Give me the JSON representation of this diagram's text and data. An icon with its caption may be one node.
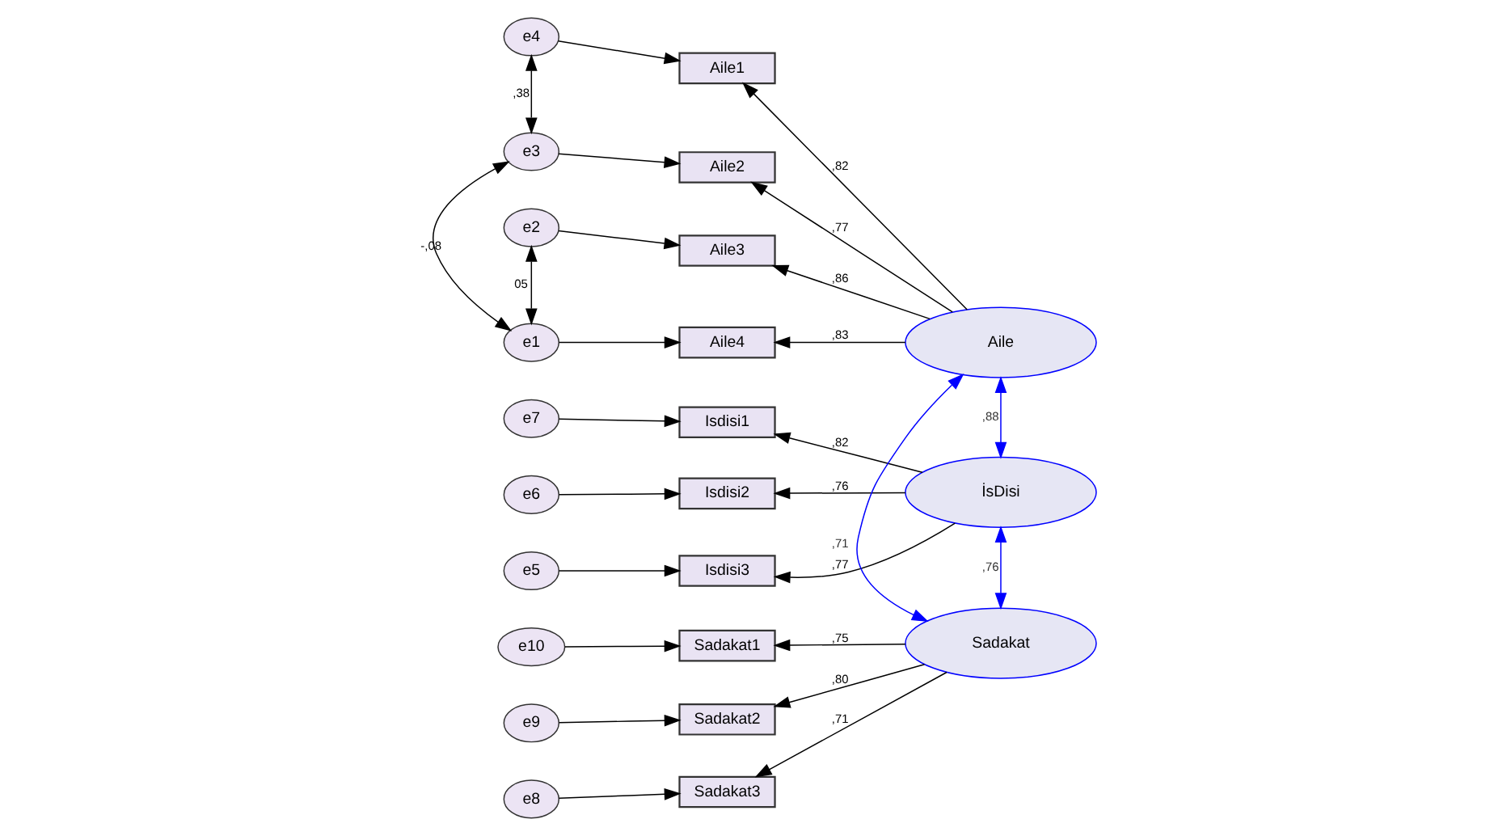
{
  "diagram": {
    "nodes": [
      {
        "text": [
          "e4"
        ]
      },
      {
        "text": [
          "e3"
        ]
      },
      {
        "text": [
          "e2"
        ]
      },
      {
        "text": [
          "e1"
        ]
      },
      {
        "text": [
          "e7"
        ]
      },
      {
        "text": [
          "e6"
        ]
      },
      {
        "text": [
          "e5"
        ]
      },
      {
        "text": [
          "e10"
        ]
      },
      {
        "text": [
          "e9"
        ]
      },
      {
        "text": [
          "e8"
        ]
      },
      {
        "text": [
          "Aile1"
        ]
      },
      {
        "text": [
          "Aile2"
        ]
      },
      {
        "text": [
          "Aile3"
        ]
      },
      {
        "text": [
          "Aile4"
        ]
      },
      {
        "text": [
          "Isdisi1"
        ]
      },
      {
        "text": [
          "Isdisi2"
        ]
      },
      {
        "text": [
          "Isdisi3"
        ]
      },
      {
        "text": [
          "Sadakat1"
        ]
      },
      {
        "text": [
          "Sadakat2"
        ]
      },
      {
        "text": [
          "Sadakat3"
        ]
      },
      {
        "text": [
          "Aile"
        ]
      },
      {
        "text": [
          "İsDisi"
        ]
      },
      {
        "text": [
          "Sadakat"
        ]
      }
    ],
    "edges": [
      {
        "from": 0,
        "to": 10,
        "arrow": "to"
      },
      {
        "from": 1,
        "to": 11,
        "arrow": "to"
      },
      {
        "from": 2,
        "to": 12,
        "arrow": "to"
      },
      {
        "from": 3,
        "to": 13,
        "arrow": "to"
      },
      {
        "from": 4,
        "to": 14,
        "arrow": "to"
      },
      {
        "from": 5,
        "to": 15,
        "arrow": "to"
      },
      {
        "from": 6,
        "to": 16,
        "arrow": "to"
      },
      {
        "from": 7,
        "to": 17,
        "arrow": "to"
      },
      {
        "from": 8,
        "to": 18,
        "arrow": "to"
      },
      {
        "from": 9,
        "to": 19,
        "arrow": "to"
      },
      {
        "from": 0,
        "to": 1,
        "arrow": "both",
        "label": ",38"
      },
      {
        "from": 1,
        "to": 3,
        "arrow": "both",
        "label": "-,08"
      },
      {
        "from": 2,
        "to": 3,
        "arrow": "both",
        "label": "05"
      },
      {
        "from": 20,
        "to": 10,
        "arrow": "to",
        "label": ",82"
      },
      {
        "from": 20,
        "to": 11,
        "arrow": "to",
        "label": ",77"
      },
      {
        "from": 20,
        "to": 12,
        "arrow": "to",
        "label": ",86"
      },
      {
        "from": 20,
        "to": 13,
        "arrow": "to",
        "label": ",83"
      },
      {
        "from": 21,
        "to": 14,
        "arrow": "to",
        "label": ",82"
      },
      {
        "from": 21,
        "to": 15,
        "arrow": "to",
        "label": ",76"
      },
      {
        "from": 21,
        "to": 16,
        "arrow": "to",
        "label": ",77"
      },
      {
        "from": 22,
        "to": 17,
        "arrow": "to",
        "label": ",75"
      },
      {
        "from": 22,
        "to": 18,
        "arrow": "to",
        "label": ",80"
      },
      {
        "from": 22,
        "to": 19,
        "arrow": "to",
        "label": ",71"
      },
      {
        "from": 20,
        "to": 21,
        "arrow": "both",
        "label": ",88",
        "color": "#0000ff"
      },
      {
        "from": 21,
        "to": 22,
        "arrow": "both",
        "label": ",76",
        "color": "#0000ff"
      },
      {
        "from": 20,
        "to": 22,
        "arrow": "both",
        "label": ",71",
        "color": "#0000ff"
      }
    ]
  }
}
